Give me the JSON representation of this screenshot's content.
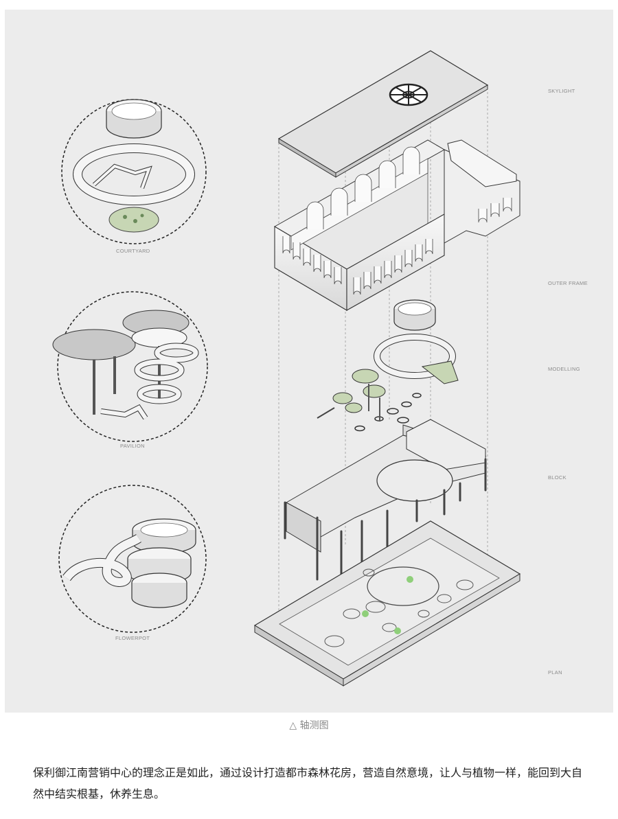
{
  "labels": {
    "skylight": "SKYLIGHT",
    "outer_frame": "OUTER FRAME",
    "modelling": "MODELLING",
    "block": "BLOCK",
    "plan": "PLAN",
    "courtyard": "COURTYARD",
    "pavilion": "PAVILION",
    "flowerpot": "FLOWERPOT"
  },
  "caption": "△ 轴测图",
  "paragraph": "保利御江南营销中心的理念正是如此，通过设计打造都市森林花房，营造自然意境，让人与植物一样，能回到大自然中结实根基，休养生息。",
  "colors": {
    "background": "#ececec",
    "stroke": "#444444",
    "fill_light": "#f4f4f4",
    "green_accent": "#c7d6b4"
  }
}
